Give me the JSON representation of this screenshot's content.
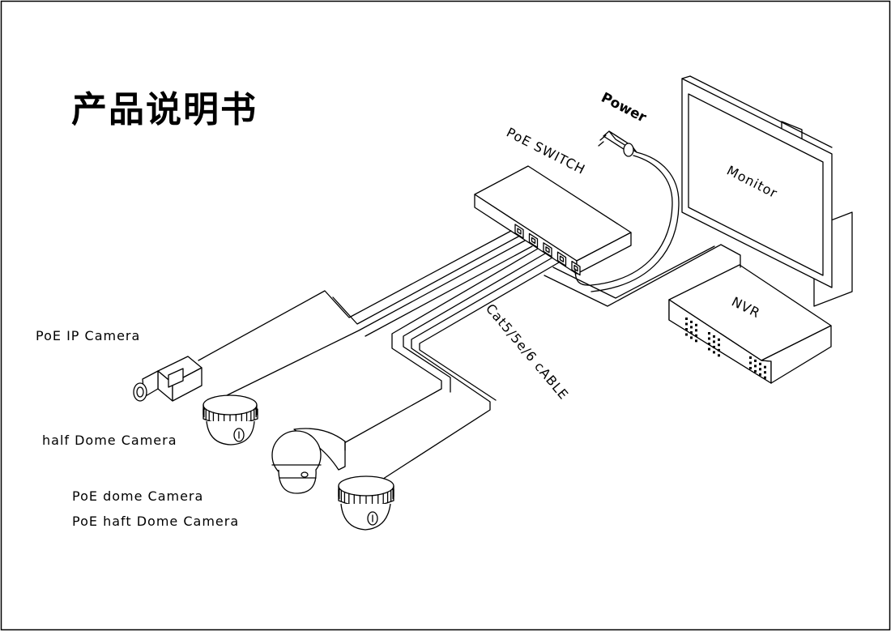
{
  "title": "产品说明书",
  "labels": {
    "power": "Power",
    "poe_switch": "PoE SWITCH",
    "monitor": "Monitor",
    "nvr": "NVR",
    "cable": "Cat5/5e/6 cABLE",
    "poe_ip_camera": "PoE IP Camera",
    "half_dome_camera": "half Dome Camera",
    "poe_dome_camera": "PoE dome Camera",
    "poe_haft_dome_camera": "PoE haft Dome Camera"
  }
}
